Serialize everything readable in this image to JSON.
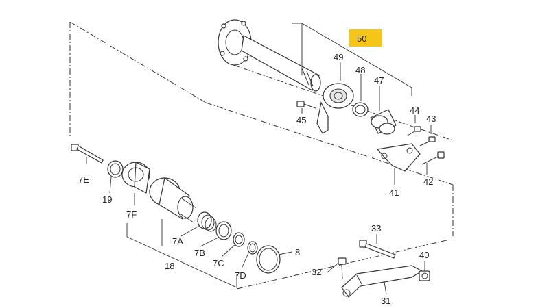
{
  "callouts": {
    "c50": "50",
    "c49": "49",
    "c48": "48",
    "c47": "47",
    "c44": "44",
    "c43": "43",
    "c45": "45",
    "c42": "42",
    "c41": "41",
    "c7E": "7E",
    "c19": "19",
    "c7F": "7F",
    "c7A": "7A",
    "c7B": "7B",
    "c7C": "7C",
    "c7D": "7D",
    "c8": "8",
    "c18": "18",
    "c33": "33",
    "c32": "32",
    "c40": "40",
    "c31": "31"
  },
  "colors": {
    "highlight": "#f5c518",
    "line": "#333333"
  }
}
